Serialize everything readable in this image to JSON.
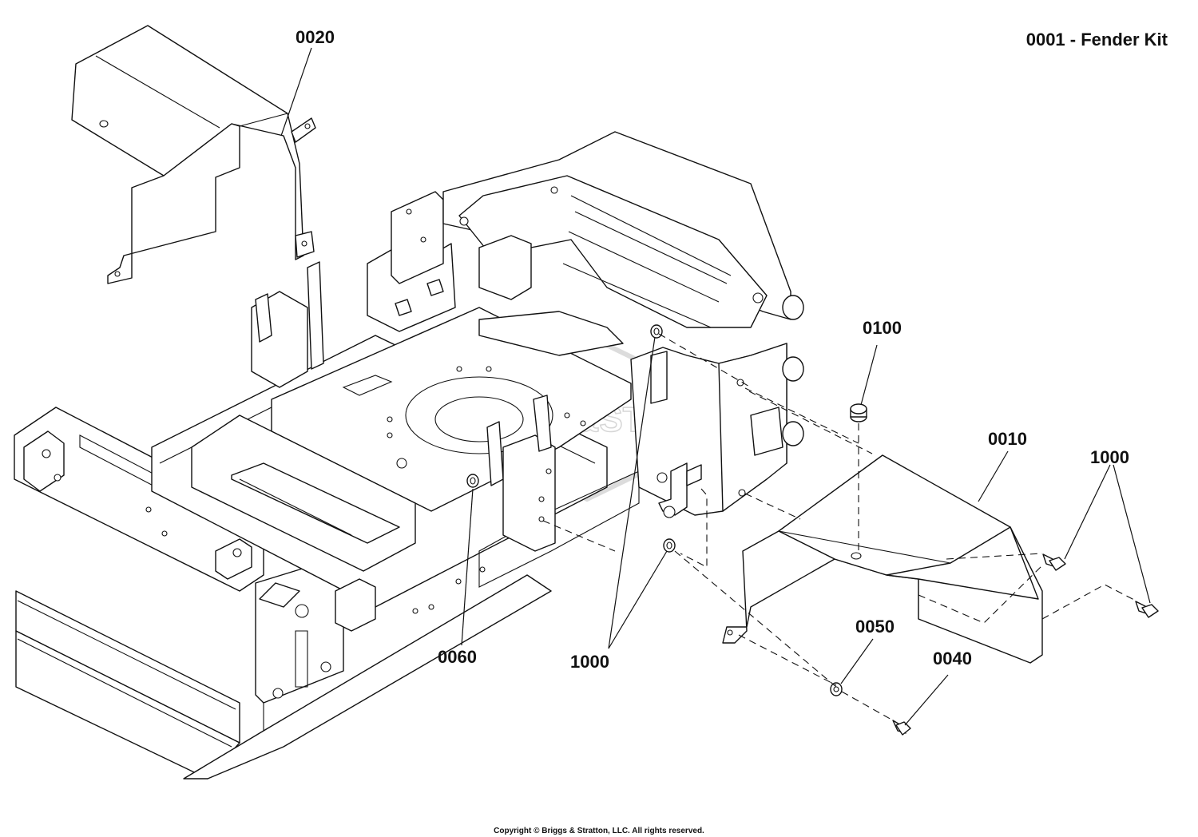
{
  "title": "0001 - Fender Kit",
  "copyright": "Copyright © Briggs & Stratton, LLC. All rights reserved.",
  "watermark": "BRIGGS&STRATTON",
  "callouts": [
    {
      "id": "c0020",
      "label": "0020"
    },
    {
      "id": "c0100",
      "label": "0100"
    },
    {
      "id": "c0010",
      "label": "0010"
    },
    {
      "id": "c1000a",
      "label": "1000"
    },
    {
      "id": "c1000b",
      "label": "1000"
    },
    {
      "id": "c0060",
      "label": "0060"
    },
    {
      "id": "c0050",
      "label": "0050"
    },
    {
      "id": "c0040",
      "label": "0040"
    }
  ]
}
